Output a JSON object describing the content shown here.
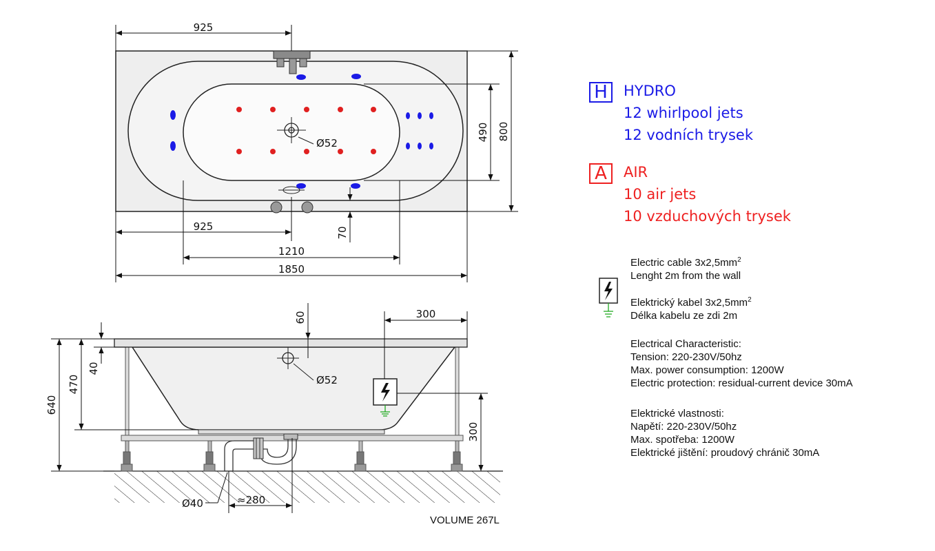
{
  "top_view": {
    "dims": {
      "d925_top": "925",
      "d925_bottom": "925",
      "d1210": "1210",
      "d1850": "1850",
      "d490": "490",
      "d800": "800",
      "d70": "70",
      "d52": "Ø52"
    }
  },
  "side_view": {
    "dims": {
      "d60": "60",
      "d300_top": "300",
      "d40": "40",
      "d470": "470",
      "d640": "640",
      "d52": "Ø52",
      "d300_right": "300",
      "d40_drain": "Ø40",
      "d280": "≈280"
    }
  },
  "legend": {
    "hydro": {
      "letter": "H",
      "title": "HYDRO",
      "line1": "12 whirlpool jets",
      "line2": "12 vodních trysek",
      "color": "#1a1ae6"
    },
    "air": {
      "letter": "A",
      "title": "AIR",
      "line1": "10 air jets",
      "line2": "10 vzduchových trysek",
      "color": "#ee2020"
    }
  },
  "electric": {
    "cable_en": "Electric cable 3x2,5mm",
    "cable_en_sup": "2",
    "length_en": "Lenght 2m from the wall",
    "cable_cz": "Elektrický kabel 3x2,5mm",
    "cable_cz_sup": "2",
    "length_cz": "Délka kabelu ze zdi 2m",
    "char_title": "Electrical Characteristic:",
    "tension": "Tension: 220-230V/50hz",
    "power": "Max. power consumption: 1200W",
    "protection": "Electric protection: residual-current device 30mA",
    "cz_title": "Elektrické vlastnosti:",
    "cz_tension": "Napětí: 220-230V/50hz",
    "cz_power": "Max. spotřeba: 1200W",
    "cz_protection": "Elektrické jištění: proudový chránič 30mA"
  },
  "volume": "VOLUME 267L",
  "colors": {
    "hydro_jet": "#1a1ae6",
    "air_jet": "#e02020",
    "earth": "#22aa22",
    "tub_fill": "#f0f0f0"
  },
  "icons": [
    "lightning-icon",
    "earth-ground-icon"
  ]
}
